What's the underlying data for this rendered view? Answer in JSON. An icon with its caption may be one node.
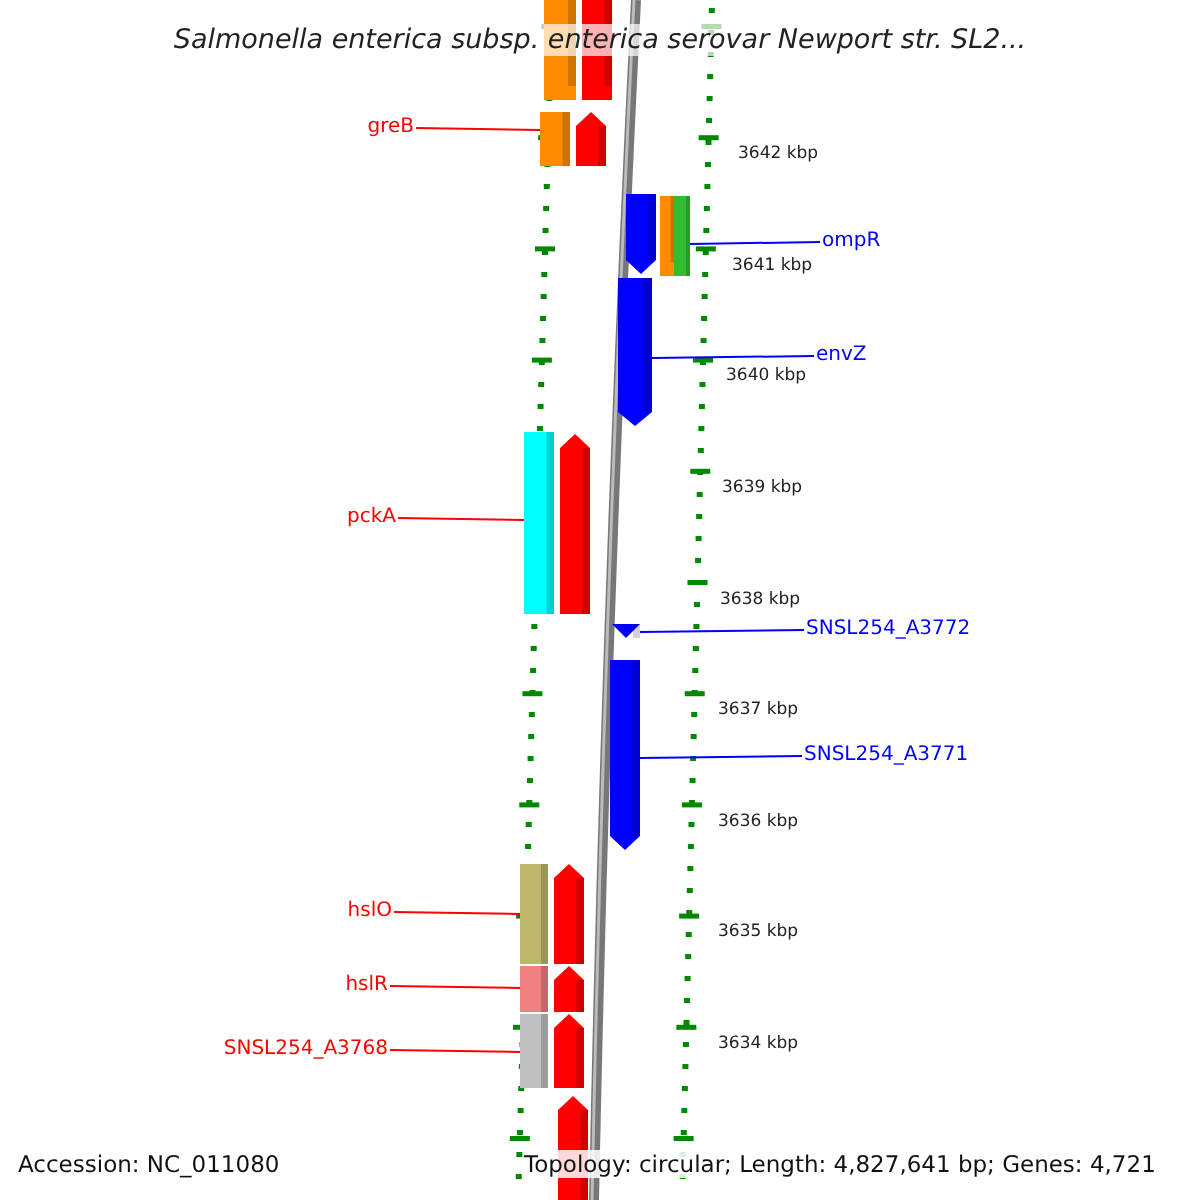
{
  "diagram": {
    "title": "Salmonella enterica subsp. enterica serovar Newport str. SL2...",
    "nodes": [
      {
        "text": [
          "greB"
        ]
      },
      {
        "text": [],
        "shape": "box"
      },
      {
        "text": [
          "ompR"
        ]
      },
      {
        "text": [],
        "shape": "box"
      },
      {
        "text": [
          "envZ"
        ]
      },
      {
        "text": [],
        "shape": "arrow"
      },
      {
        "text": [
          "pckA"
        ]
      },
      {
        "text": [],
        "shape": "box"
      },
      {
        "text": [
          "SNSL254_A3772"
        ]
      },
      {
        "text": [],
        "shape": "arrow"
      },
      {
        "text": [
          "SNSL254_A3771"
        ]
      },
      {
        "text": [],
        "shape": "arrow"
      },
      {
        "text": [
          "hslO"
        ]
      },
      {
        "text": [],
        "shape": "box"
      },
      {
        "text": [
          "hslR"
        ]
      },
      {
        "text": [],
        "shape": "box"
      },
      {
        "text": [
          "SNSL254_A3768"
        ]
      },
      {
        "text": [],
        "shape": "box"
      }
    ],
    "edges": [
      {
        "from": 0,
        "to": 1,
        "arrow": "none",
        "color": "#ff0000"
      },
      {
        "from": 2,
        "to": 3,
        "arrow": "none",
        "color": "#0000ff"
      },
      {
        "from": 4,
        "to": 5,
        "arrow": "none",
        "color": "#0000ff"
      },
      {
        "from": 6,
        "to": 7,
        "arrow": "none",
        "color": "#ff0000"
      },
      {
        "from": 8,
        "to": 9,
        "arrow": "none",
        "color": "#0000ff"
      },
      {
        "from": 10,
        "to": 11,
        "arrow": "none",
        "color": "#0000ff"
      },
      {
        "from": 12,
        "to": 13,
        "arrow": "none",
        "color": "#ff0000"
      },
      {
        "from": 14,
        "to": 15,
        "arrow": "none",
        "color": "#ff0000"
      },
      {
        "from": 16,
        "to": 17,
        "arrow": "none",
        "color": "#ff0000"
      }
    ],
    "labels": [
      "3642 kbp",
      "3641 kbp",
      "3640 kbp",
      "3639 kbp",
      "3638 kbp",
      "3637 kbp",
      "3636 kbp",
      "3635 kbp",
      "3634 kbp",
      "Accession: NC_011080",
      "Topology: circular; Length: 4,827,641 bp; Genes: 4,721"
    ]
  }
}
